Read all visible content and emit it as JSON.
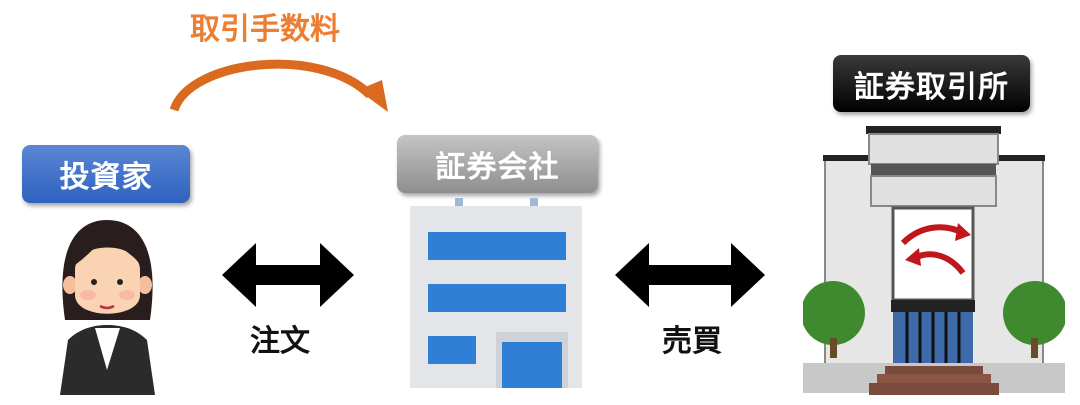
{
  "fee_label": "取引手数料",
  "investor": {
    "label": "投資家"
  },
  "broker": {
    "label": "証券会社"
  },
  "exchange": {
    "label": "証券取引所"
  },
  "order_label": "注文",
  "trade_label": "売買",
  "colors": {
    "fee": "#ED7D31",
    "investor_box": "#3a6cc8",
    "broker_box": "#a0a0a0",
    "exchange_box": "#111111",
    "arrow": "#000000"
  }
}
